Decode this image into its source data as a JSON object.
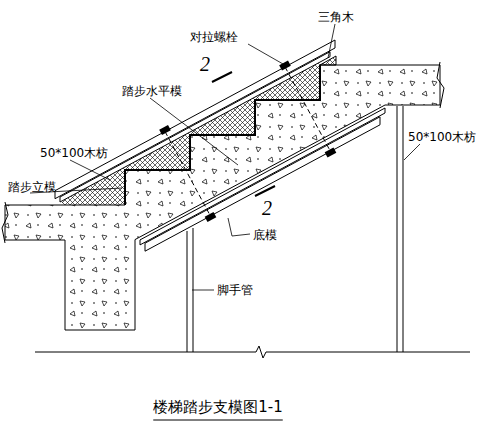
{
  "diagram": {
    "caption": "楼梯踏步支模图1-1",
    "labels": [
      "三角木",
      "对拉螺栓",
      "2",
      "踏步水平模",
      "50*100木枋",
      "踏步立模",
      "50*100木枋",
      "2",
      "底模",
      "脚手管"
    ]
  }
}
